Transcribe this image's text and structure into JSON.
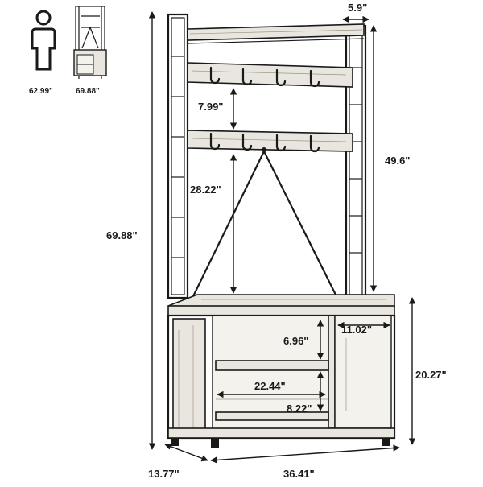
{
  "thumbnails": {
    "person_height": "62.99\"",
    "rack_height": "69.88\""
  },
  "dimensions": {
    "side_depth": "5.9\"",
    "hook_rail_spacing": "7.99\"",
    "lower_hook_height": "28.22\"",
    "upright_height": "49.6\"",
    "total_height": "69.88\"",
    "drawer_width": "11.02\"",
    "shelf_height": "6.96\"",
    "cabinet_height": "20.27\"",
    "inner_width": "22.44\"",
    "lower_shelf_height": "8.22\"",
    "depth": "13.77\"",
    "total_width": "36.41\""
  },
  "icons": {
    "person": "person-icon",
    "rack": "rack-thumbnail-icon"
  }
}
